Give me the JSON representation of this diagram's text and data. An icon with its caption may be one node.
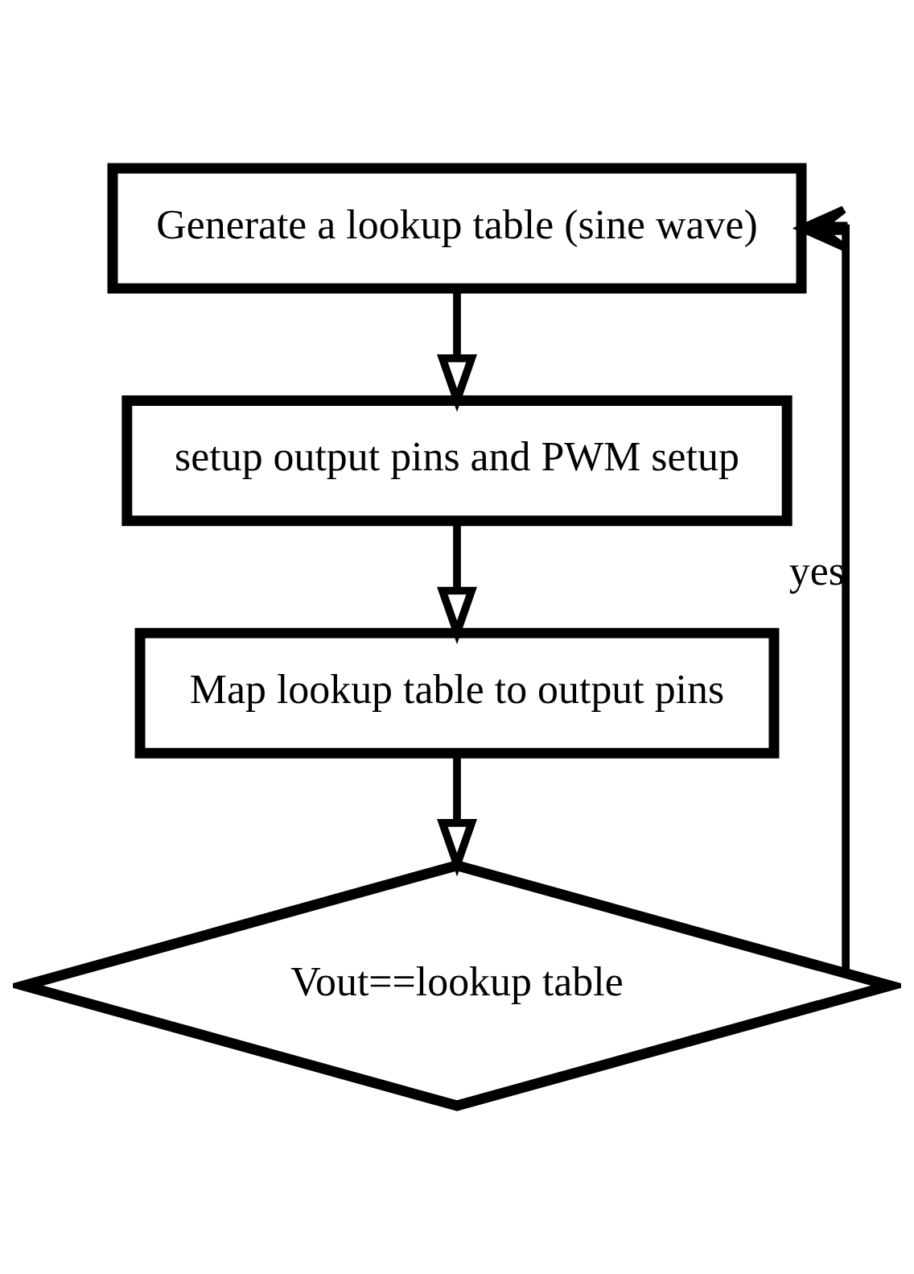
{
  "diagram": {
    "nodes": [
      {
        "text": [
          "Generate a lookup table (sine wave)"
        ]
      },
      {
        "text": [
          "setup output pins and PWM setup"
        ]
      },
      {
        "text": [
          "Map lookup table to output pins"
        ]
      },
      {
        "text": [
          "Vout==lookup table"
        ]
      }
    ],
    "edges": [
      {
        "from": 0,
        "to": 1,
        "arrow": "to"
      },
      {
        "from": 1,
        "to": 2,
        "arrow": "to"
      },
      {
        "from": 2,
        "to": 3,
        "arrow": "to"
      },
      {
        "from": 3,
        "to": 0,
        "arrow": "to",
        "label": "yes"
      }
    ]
  }
}
